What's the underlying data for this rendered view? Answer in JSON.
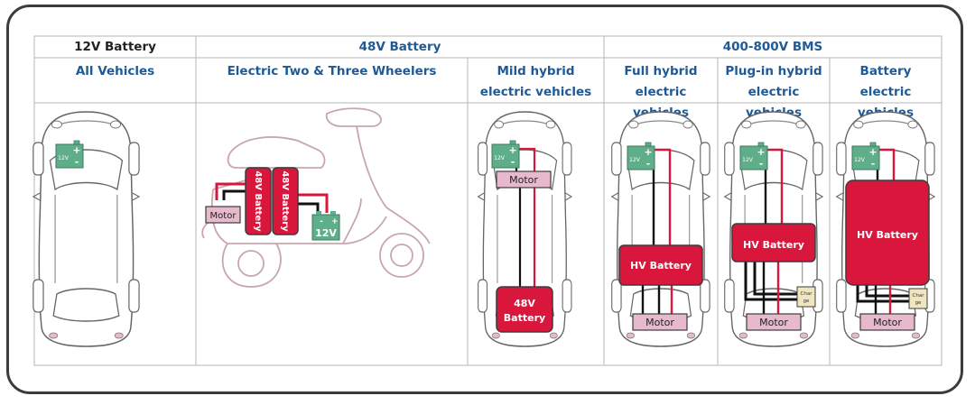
{
  "headers": {
    "group_12v": "12V Battery",
    "group_48v": "48V Battery",
    "group_hv": "400-800V BMS"
  },
  "columns": [
    {
      "label": "All Vehicles"
    },
    {
      "label": "Electric Two & Three Wheelers"
    },
    {
      "label": "Mild hybrid electric vehicles"
    },
    {
      "label": "Full hybrid electric vehicles"
    },
    {
      "label": "Plug-in hybrid electric vehicles"
    },
    {
      "label": "Battery electric vehicles"
    }
  ],
  "component_labels": {
    "battery_12v": "12V",
    "battery_48v_vertical": "48V Battery",
    "battery_48v_line1": "48V",
    "battery_48v_line2": "Battery",
    "motor": "Motor",
    "hv_battery": "HV Battery",
    "charger_line1": "Char",
    "charger_line2": "ge"
  },
  "colors": {
    "header_blue": "#1f5a96",
    "battery_red": "#d9173c",
    "battery_12v_green": "#5fae8a",
    "motor_pink": "#e7b9cc",
    "charger_cream": "#efe6c0",
    "outline": "#3c3c3c",
    "car_outline": "#666666",
    "scooter_outline": "#c9a6ae",
    "wire_red": "#d9173c",
    "wire_black": "#111111"
  }
}
